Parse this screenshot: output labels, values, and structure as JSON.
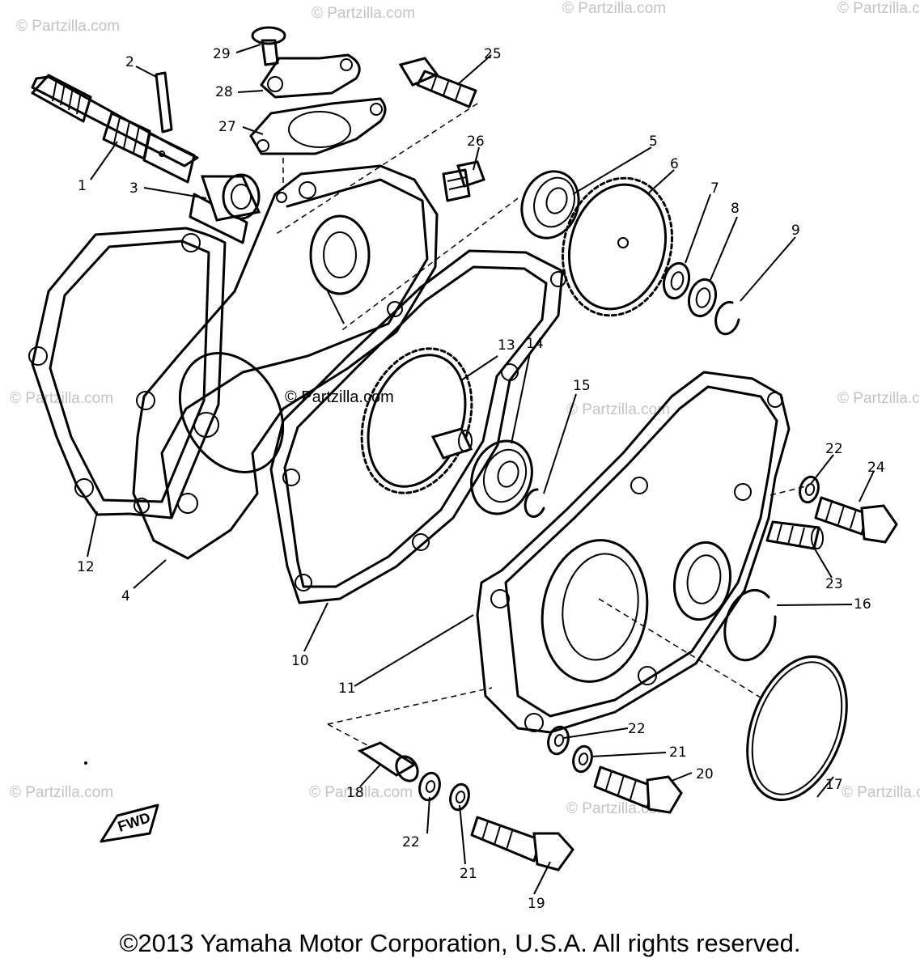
{
  "watermark": "© Partzilla.com",
  "center_watermark": "© Partzilla.com",
  "fwd_label": "FWD",
  "copyright": "©2013  Yamaha Motor Corporation, U.S.A. All rights reserved.",
  "callouts": [
    "1",
    "2",
    "3",
    "4",
    "5",
    "6",
    "7",
    "8",
    "9",
    "10",
    "11",
    "12",
    "13",
    "14",
    "15",
    "16",
    "17",
    "18",
    "19",
    "20",
    "21",
    "21",
    "22",
    "22",
    "22",
    "23",
    "24",
    "25",
    "26",
    "27",
    "28",
    "29"
  ]
}
